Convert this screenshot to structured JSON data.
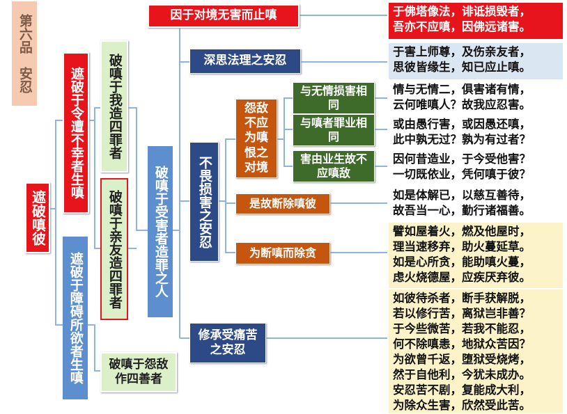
{
  "title_vertical": "第六品　安忍",
  "root": "遮破嗔彼",
  "branch_a": "遮破于令遭不幸者生嗔",
  "branch_b": "遮破于障碍所欲者生嗔",
  "a1": "破嗔于我造四罪者",
  "a2": "破嗔于亲友造四罪者",
  "b1": "破嗔于怨敌作四善者",
  "mid": "破嗔于受害者造罪之人",
  "n_top": "因于对境无害而止嗔",
  "n_deep": "深思法理之安忍",
  "n_fear": "不畏损害之安忍",
  "n_enemy": "怨敌不应为嗔恨之对境",
  "n_e1": "与无情损害相同",
  "n_e2": "与嗔者罪业相同",
  "n_e3": "害由业生故不应嗔敌",
  "n_remove": "是故断除嗔彼",
  "n_greed": "为断嗔而除贪",
  "n_bear": "修承受痛苦之安忍",
  "q1": [
    "于佛塔像法，诽诋损毁者，",
    "吾亦不应嗔，因佛远诸害。"
  ],
  "q2": [
    "于害上师尊，及伤亲友者，",
    "思彼皆缘生，知已应止嗔。"
  ],
  "q3": [
    "情与无情二，俱害诸有情，",
    "云何唯嗔人？故我应忍害。"
  ],
  "q4": [
    "或由愚行害，或因愚还嗔，",
    "此中孰无过？孰为有过者？"
  ],
  "q5": [
    "因何昔造业，于今受他害？",
    "一切既依业，凭何嗔于彼？"
  ],
  "q6": [
    "如是体解已，以慈互善待，",
    "故吾当一心，勤行诸福善。"
  ],
  "q7": [
    "譬如屋着火，燃及他屋时，",
    "理当速移弃，助火蔓延草。",
    "如是心所贪，能助嗔火蔓，",
    "虑火烧德屋，应疾厌弃彼。"
  ],
  "q8": [
    "如彼待杀者，断手获解脱，",
    "若以修行苦，离狱岂非善？",
    "于今些微苦，若我不能忍，",
    "何不除嗔恚，地狱众苦因？",
    "为欲曾千返，堕狱受烧烤，",
    "然于自他利，今犹未成办。",
    "安忍苦不剧，复能成大利，",
    "为除众生害，欣然受此苦。"
  ]
}
